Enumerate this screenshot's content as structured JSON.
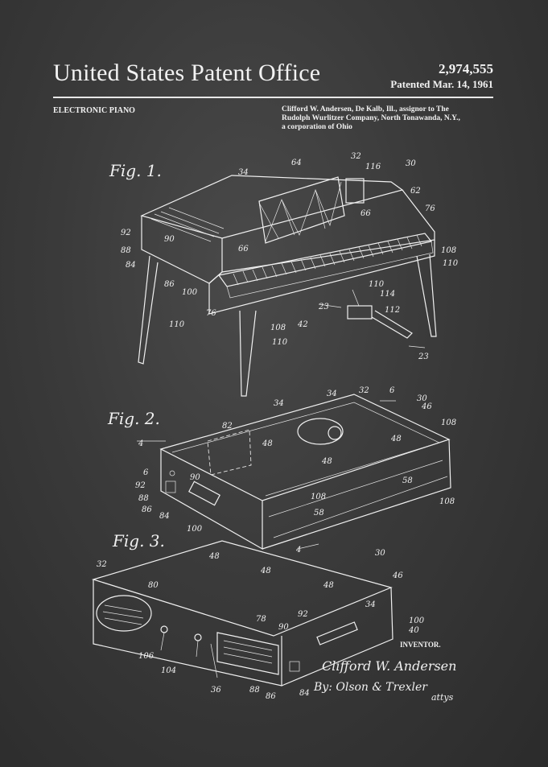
{
  "header": {
    "office_title": "United States Patent Office",
    "patent_number": "2,974,555",
    "patent_date": "Patented Mar. 14, 1961",
    "invention_title": "ELECTRONIC PIANO",
    "assignee_lines": [
      "Clifford W. Andersen, De Kalb, Ill., assignor to The",
      "Rudolph Wurlitzer Company, North Tonawanda, N.Y.,",
      "a corporation of Ohio"
    ]
  },
  "figures": {
    "fig1": {
      "label": "Fig. 1."
    },
    "fig2": {
      "label": "Fig. 2."
    },
    "fig3": {
      "label": "Fig. 3."
    }
  },
  "references": {
    "fig1": [
      "34",
      "64",
      "32",
      "116",
      "30",
      "62",
      "76",
      "92",
      "90",
      "88",
      "84",
      "66",
      "66",
      "108",
      "110",
      "100",
      "86",
      "110",
      "114",
      "112",
      "23",
      "76",
      "108",
      "42",
      "110",
      "23"
    ],
    "fig2": [
      "34",
      "34",
      "32",
      "6",
      "30",
      "46",
      "108",
      "82",
      "48",
      "48",
      "48",
      "4",
      "6",
      "92",
      "90",
      "88",
      "86",
      "84",
      "100",
      "108",
      "58",
      "58",
      "108",
      "4"
    ],
    "fig3": [
      "32",
      "48",
      "48",
      "30",
      "46",
      "80",
      "48",
      "34",
      "78",
      "92",
      "100",
      "40",
      "90",
      "106",
      "104",
      "36",
      "88",
      "86",
      "84"
    ]
  },
  "signature": {
    "inventor_label": "INVENTOR.",
    "inventor_name": "Clifford W. Andersen",
    "by_line": "By: Olson & Trexler",
    "attys": "attys"
  }
}
